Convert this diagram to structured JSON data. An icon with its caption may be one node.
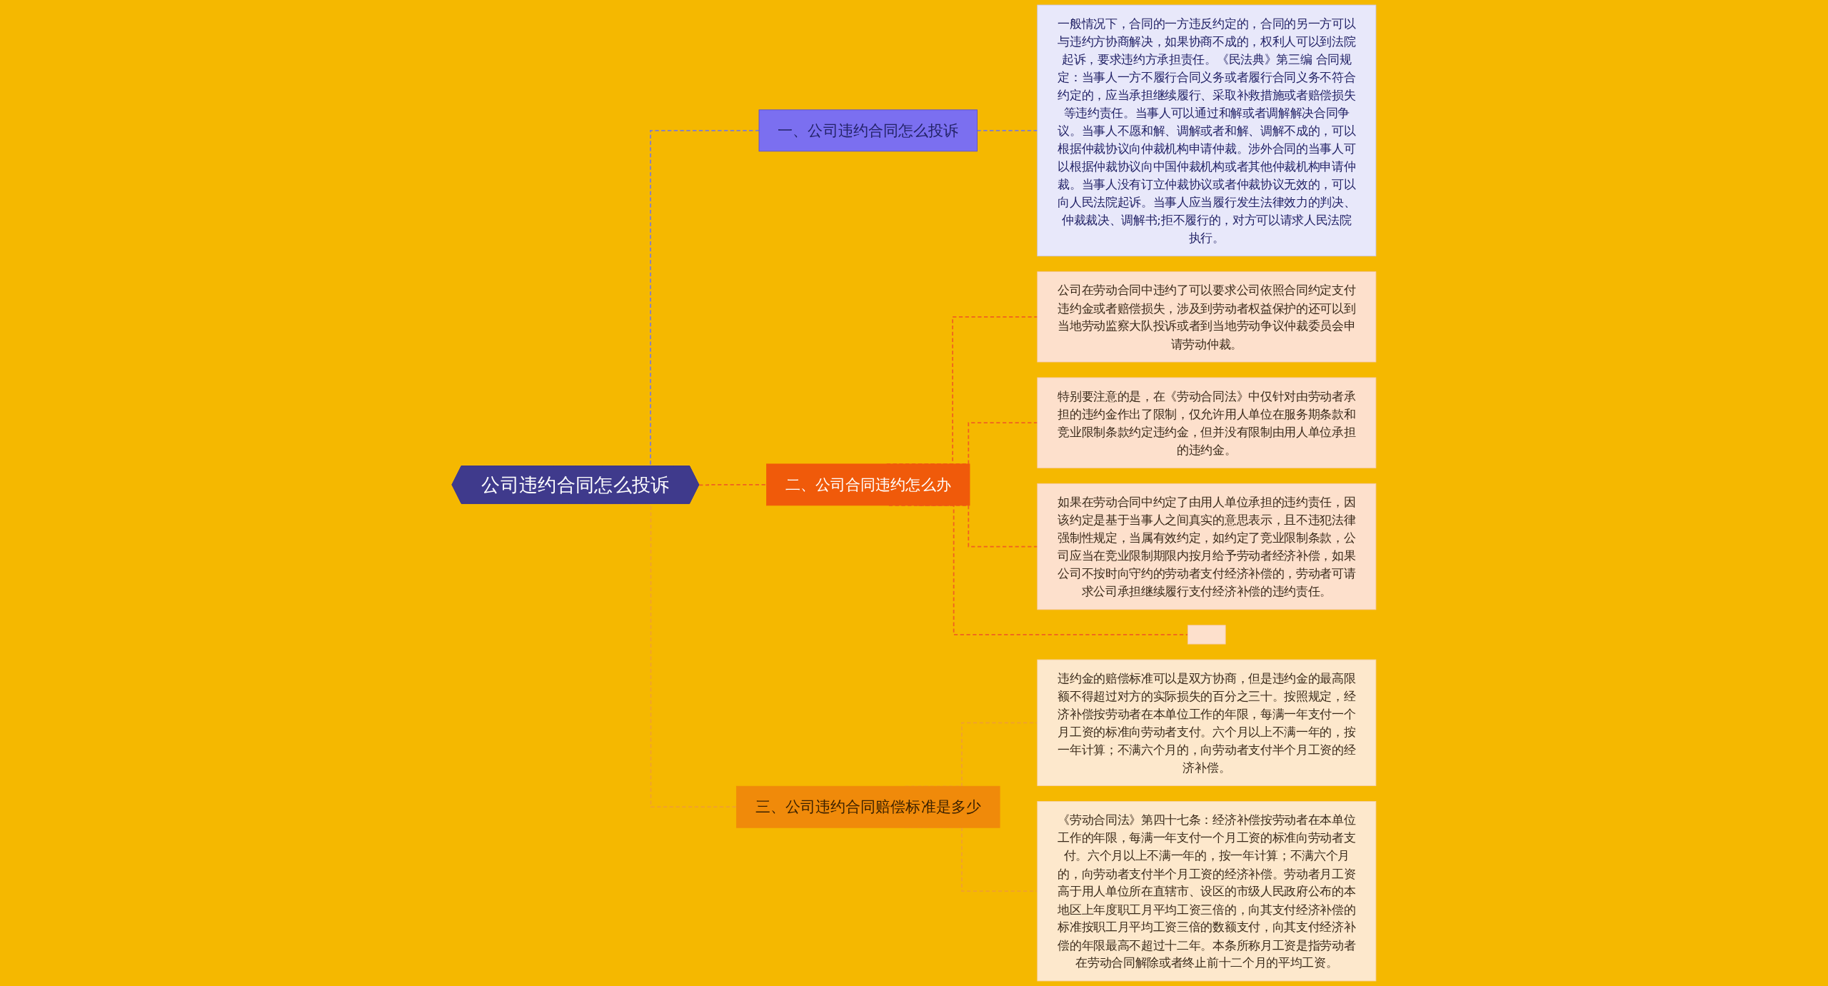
{
  "diagram": {
    "nodes": [
      {
        "text": [
          "公司违约合同怎么投诉"
        ]
      },
      {
        "text": [
          "一、公司违约合同怎么投诉"
        ]
      },
      {
        "text": [
          "一般情况下，合同的一方违反约定的，合同的另一方可以与违约方协商解决，如果协商不成的，权利人可以到法院起诉，要求违约方承担责任。《民法典》第三编 合同规定：当事人一方不履行合同义务或者履行合同义务不符合约定的，应当承担继续履行、采取补救措施或者赔偿损失等违约责任。当事人可以通过和解或者调解解决合同争议。当事人不愿和解、调解或者和解、调解不成的，可以根据仲裁协议向仲裁机构申请仲裁。涉外合同的当事人可以根据仲裁协议向中国仲裁机构或者其他仲裁机构申请仲裁。当事人没有订立仲裁协议或者仲裁协议无效的，可以向人民法院起诉。当事人应当履行发生法律效力的判决、仲裁裁决、调解书;拒不履行的，对方可以请求人民法院执行。"
        ]
      },
      {
        "text": [
          "二、公司合同违约怎么办"
        ]
      },
      {
        "text": [
          "公司在劳动合同中违约了可以要求公司依照合同约定支付违约金或者赔偿损失，涉及到劳动者权益保护的还可以到当地劳动监察大队投诉或者到当地劳动争议仲裁委员会申请劳动仲裁。"
        ]
      },
      {
        "text": [
          "特别要注意的是，在《劳动合同法》中仅针对由劳动者承担的违约金作出了限制，仅允许用人单位在服务期条款和竞业限制条款约定违约金，但并没有限制由用人单位承担的违约金。"
        ]
      },
      {
        "text": [
          "如果在劳动合同中约定了由用人单位承担的违约责任，因该约定是基于当事人之间真实的意思表示，且不违犯法律强制性规定，当属有效约定，如约定了竞业限制条款，公司应当在竞业限制期限内按月给予劳动者经济补偿，如果公司不按时向守约的劳动者支付经济补偿的，劳动者可请求公司承担继续履行支付经济补偿的违约责任。"
        ]
      },
      {
        "text": [],
        "shape": "box"
      },
      {
        "text": [
          "三、公司违约合同赔偿标准是多少"
        ]
      },
      {
        "text": [
          "违约金的赔偿标准可以是双方协商，但是违约金的最高限额不得超过对方的实际损失的百分之三十。按照规定，经济补偿按劳动者在本单位工作的年限，每满一年支付一个月工资的标准向劳动者支付。六个月以上不满一年的，按一年计算；不满六个月的，向劳动者支付半个月工资的经济补偿。"
        ]
      },
      {
        "text": [
          "《劳动合同法》第四十七条：经济补偿按劳动者在本单位工作的年限，每满一年支付一个月工资的标准向劳动者支付。六个月以上不满一年的，按一年计算；不满六个月的，向劳动者支付半个月工资的经济补偿。劳动者月工资高于用人单位所在直辖市、设区的市级人民政府公布的本地区上年度职工月平均工资三倍的，向其支付经济补偿的标准按职工月平均工资三倍的数额支付，向其支付经济补偿的年限最高不超过十二年。本条所称月工资是指劳动者在劳动合同解除或者终止前十二个月的平均工资。"
        ]
      }
    ],
    "edges": [
      {
        "from": 0,
        "to": 1,
        "arrow": "none",
        "style": "dashed",
        "color": "#7b7bd8"
      },
      {
        "from": 1,
        "to": 2,
        "arrow": "none",
        "style": "dashed",
        "color": "#7b7bd8"
      },
      {
        "from": 0,
        "to": 3,
        "arrow": "none",
        "style": "dashed"
      },
      {
        "from": 3,
        "to": 4,
        "arrow": "none",
        "style": "dashed"
      },
      {
        "from": 3,
        "to": 5,
        "arrow": "none",
        "style": "dashed"
      },
      {
        "from": 3,
        "to": 6,
        "arrow": "none",
        "style": "dashed"
      },
      {
        "from": 3,
        "to": 7,
        "arrow": "none",
        "style": "dashed"
      },
      {
        "from": 0,
        "to": 8,
        "arrow": "none",
        "style": "dashed",
        "color": "#f0a030"
      },
      {
        "from": 8,
        "to": 9,
        "arrow": "none",
        "style": "dashed",
        "color": "#f0a030"
      },
      {
        "from": 8,
        "to": 10,
        "arrow": "none",
        "style": "dashed",
        "color": "#f0a030"
      }
    ]
  }
}
